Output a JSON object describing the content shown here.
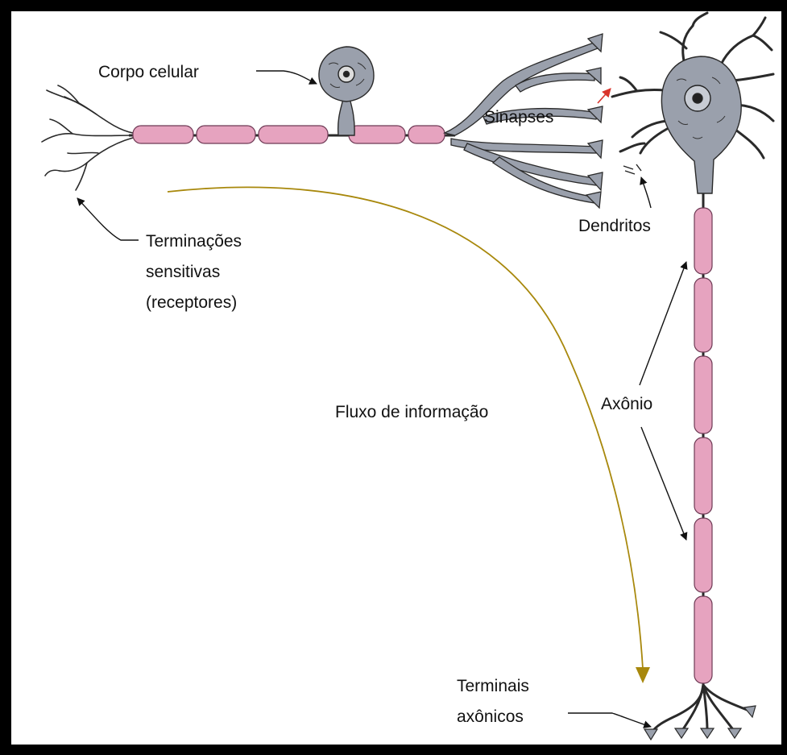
{
  "labels": {
    "cell_body": "Corpo celular",
    "synapses": "Sinapses",
    "dendrites": "Dendritos",
    "receptors_line1": "Terminações",
    "receptors_line2": "sensitivas",
    "receptors_line3": "(receptores)",
    "info_flow": "Fluxo de informação",
    "axon": "Axônio",
    "terminals_line1": "Terminais",
    "terminals_line2": "axônicos"
  },
  "colors": {
    "background": "#ffffff",
    "frame": "#000000",
    "neuron_fill": "#9aa0ac",
    "neuron_outline": "#2a2a2a",
    "myelin": "#e6a3bf",
    "myelin_outline": "#6e3a55",
    "flow_arrow": "#a8880c",
    "synapse_arrow": "#d9342b",
    "label_text": "#111111"
  }
}
